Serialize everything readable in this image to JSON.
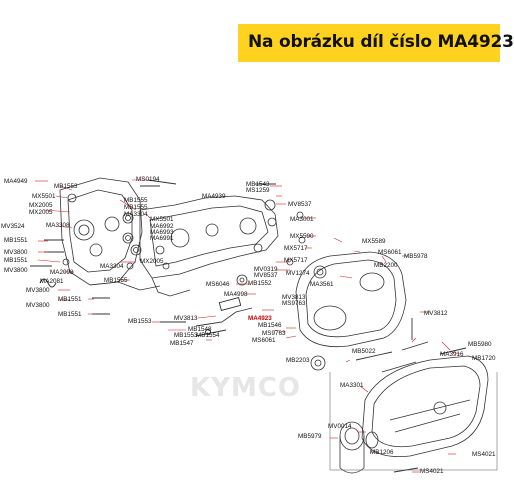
{
  "banner": {
    "text": "Na obrázku díl číslo MA4923"
  },
  "watermark": "KYMCO",
  "highlight_part": "MA4923",
  "colors": {
    "banner": "#FFD21F",
    "leader": "#cc2222",
    "part_line": "#333333"
  },
  "labels": {
    "MA4949": "MA4949",
    "MB1553_a": "MB1553",
    "MX5501_a": "MX5501",
    "MX2005_a": "MX2005",
    "MX2005_b": "MX2005",
    "MV3524": "MV3524",
    "MA3308": "MA3308",
    "MB1551_a": "MB1551",
    "MV3800_a": "MV3800",
    "MB1551_b": "MB1551",
    "MV3800_b": "MV3800",
    "MA2098": "MA2098",
    "MA2081": "MA2081",
    "MV3800_c": "MV3800",
    "MV3800_d": "MV3800",
    "MB1551_c": "MB1551",
    "MB1551_d": "MB1551",
    "MS0194": "MS0194",
    "MB1555_a": "MB1555",
    "MB1555_b": "MB1555",
    "MA3304_a": "MA3304",
    "MX5501_b": "MX5501",
    "MA6992": "MA6992",
    "MA6993": "MA6993",
    "MA6991": "MA6991",
    "MX2005_c": "MX2005",
    "MA3304_b": "MA3304",
    "MB1555_c": "MB1555",
    "MB1543": "MB1543",
    "MS1259": "MS1259",
    "MA4939": "MA4939",
    "MV8537_a": "MV8537",
    "MA3001": "MA3001",
    "MX5590": "MX5590",
    "MX5717_a": "MX5717",
    "MX5717_b": "MX5717",
    "MV0319": "MV0319",
    "MV8537_b": "MV8537",
    "MS6046": "MS6046",
    "MB1552": "MB1552",
    "MA4998": "MA4998",
    "MB1553_b": "MB1553",
    "MV3813_a": "MV3813",
    "MB1548": "MB1548",
    "MB1554": "MB1554",
    "MB1553_c": "MB1553",
    "MB1547": "MB1547",
    "MA4923": "MA4923",
    "MV3813_b": "MV3813",
    "MS9763_a": "MS9763",
    "MB1546": "MB1546",
    "MS9763_b": "MS9763",
    "MS6061_a": "MS6061",
    "MX5589": "MX5589",
    "MS6061_b": "MS6061",
    "MV1274": "MV1274",
    "MB2200": "MB2200",
    "MB5978": "MB5978",
    "MA3561": "MA3561",
    "MV3812": "MV3812",
    "MB5022": "MB5022",
    "MB2203": "MB2203",
    "MB5980": "MB5980",
    "MA3916": "MA3916",
    "MB1720": "MB1720",
    "MA3301": "MA3301",
    "MB5979": "MB5979",
    "MV0014": "MV0014",
    "MB1206": "MB1206",
    "MS4021_a": "MS4021",
    "MS4021_b": "MS4021"
  }
}
